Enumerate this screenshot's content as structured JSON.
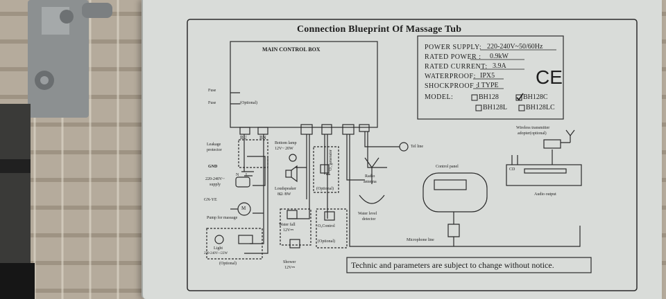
{
  "scene": {
    "background": "wicker rattan surface",
    "object": "metal lid of massage tub control box with printed wiring sticker",
    "colors": {
      "wicker": "#b7ad9f",
      "panel": "#d9dcd9",
      "ink": "#1d1d1d",
      "metal": "#8c9091"
    }
  },
  "sticker": {
    "title": "Connection Blueprint  Of Massage Tub",
    "specs": [
      {
        "label": "POWER SUPPLY:",
        "value": "220-240V~50/60Hz"
      },
      {
        "label": "RATED POWER :",
        "value": "0.9kW"
      },
      {
        "label": "RATED  CURRENT:",
        "value": "3.9A"
      },
      {
        "label": "WATERPROOF:",
        "value": "IPX5"
      },
      {
        "label": "SHOCKPROOF :",
        "value": "I TYPE"
      }
    ],
    "ce_mark": "CE",
    "model_label": "MODEL:",
    "models": [
      {
        "name": "BH128",
        "checked": false
      },
      {
        "name": "BH128C",
        "checked": true
      },
      {
        "name": "BH128L",
        "checked": false
      },
      {
        "name": "BH128LC",
        "checked": false
      }
    ],
    "main_box": "MAIN CONTROL BOX",
    "fuse": "Fuse",
    "fuse2": "Fuse",
    "optional_small": "(Optional)",
    "bu": "BU",
    "bn": "BN",
    "leakage": [
      "Leakage",
      "protector"
    ],
    "gnd": "GND",
    "supply": [
      "220-240V~",
      "supply"
    ],
    "n": "N",
    "l": "L",
    "gn_ye": "GN-YE",
    "motor": "M",
    "pump": "Pump for massage",
    "light": "Light",
    "light_spec": "220-240V~/22W",
    "optional_light": "(Optional)",
    "bottom_lamp": [
      "Bottom lamp",
      "12V~ 20W"
    ],
    "loudspeaker": [
      "Loudspeaker",
      "8Ω /8W"
    ],
    "o3gen": "O₃ generator",
    "optional_o3": "(Optional)",
    "waterfall": [
      "Water fall",
      "12V⎓"
    ],
    "o3control": "O₃Control",
    "optional_o3c": "(Optional)",
    "shower": [
      "Shower",
      "12V⎓"
    ],
    "radio": [
      "Radio",
      "antenna"
    ],
    "water_level": [
      "Water level",
      "detector"
    ],
    "tel": "Tel line",
    "control_panel": "Control panel",
    "microphone": "Microphone line",
    "wireless": [
      "Wireless transmitter",
      "adopter(optional)"
    ],
    "cd": "CD",
    "audio": "Audio output",
    "footer": "Technic          and parameters are subject to change without notice."
  }
}
